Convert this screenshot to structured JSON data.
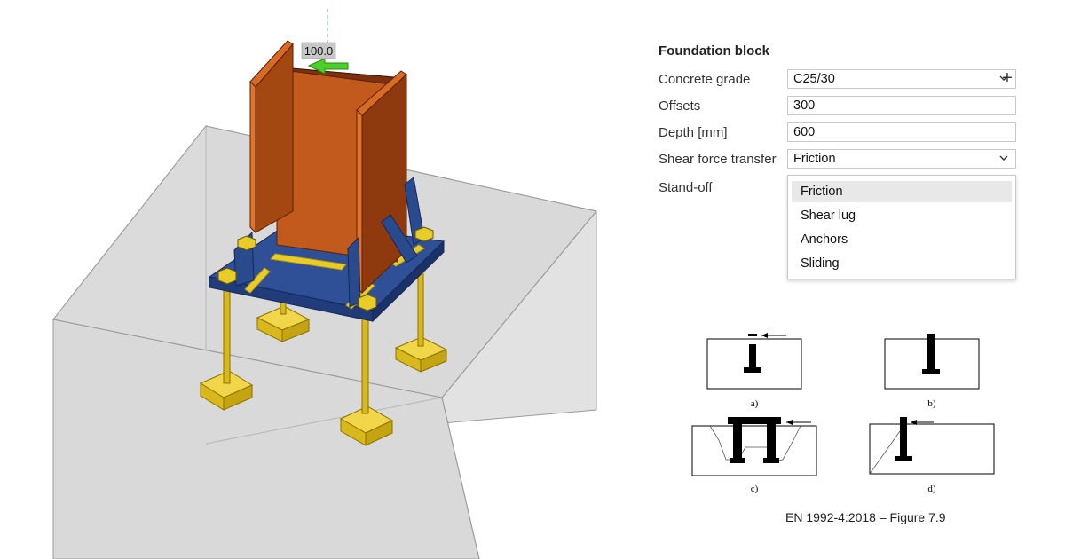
{
  "viewport": {
    "dimension_label": "100.0",
    "colors": {
      "column_orange": "#c25a1e",
      "column_dark": "#6b2a0c",
      "base_plate_blue": "#2a4a8e",
      "anchor_yellow": "#d8b81a",
      "concrete_grey": "#dcdcdc",
      "arrow_green": "#4bcf2a"
    }
  },
  "panel": {
    "title": "Foundation block",
    "concrete_grade": {
      "label": "Concrete grade",
      "value": "C25/30",
      "add_icon": "plus-icon"
    },
    "offsets": {
      "label": "Offsets",
      "value": "300"
    },
    "depth": {
      "label": "Depth [mm]",
      "value": "600"
    },
    "shear_transfer": {
      "label": "Shear force transfer",
      "value": "Friction",
      "options": [
        "Friction",
        "Shear lug",
        "Anchors",
        "Sliding"
      ],
      "highlighted": "Friction"
    },
    "standoff": {
      "label": "Stand-off"
    }
  },
  "figure": {
    "labels": [
      "a)",
      "b)",
      "c)",
      "d)"
    ],
    "caption": "EN 1992-4:2018 – Figure 7.9"
  }
}
